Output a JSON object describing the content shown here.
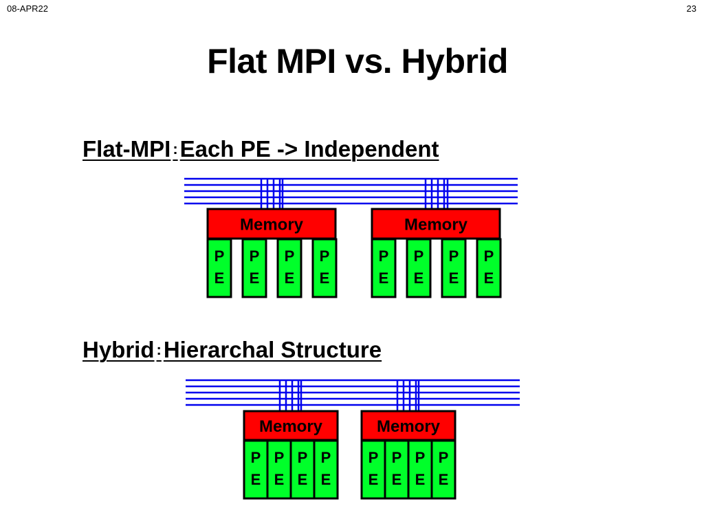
{
  "header": {
    "date": "08-APR22",
    "page_number": "23"
  },
  "slide": {
    "title": "Flat MPI vs. Hybrid"
  },
  "flat": {
    "label": "Flat-MPI",
    "separator": ":",
    "description": "Each PE -> Independent",
    "memory_label": "Memory",
    "pe_line1": "P",
    "pe_line2": "E"
  },
  "hybrid": {
    "label": "Hybrid",
    "separator": ":",
    "description": "Hierarchal Structure",
    "memory_label": "Memory",
    "pe_line1": "P",
    "pe_line2": "E"
  },
  "colors": {
    "network": "#0000ee",
    "memory": "#ff0000",
    "pe": "#00ff2a",
    "outline": "#000000"
  }
}
